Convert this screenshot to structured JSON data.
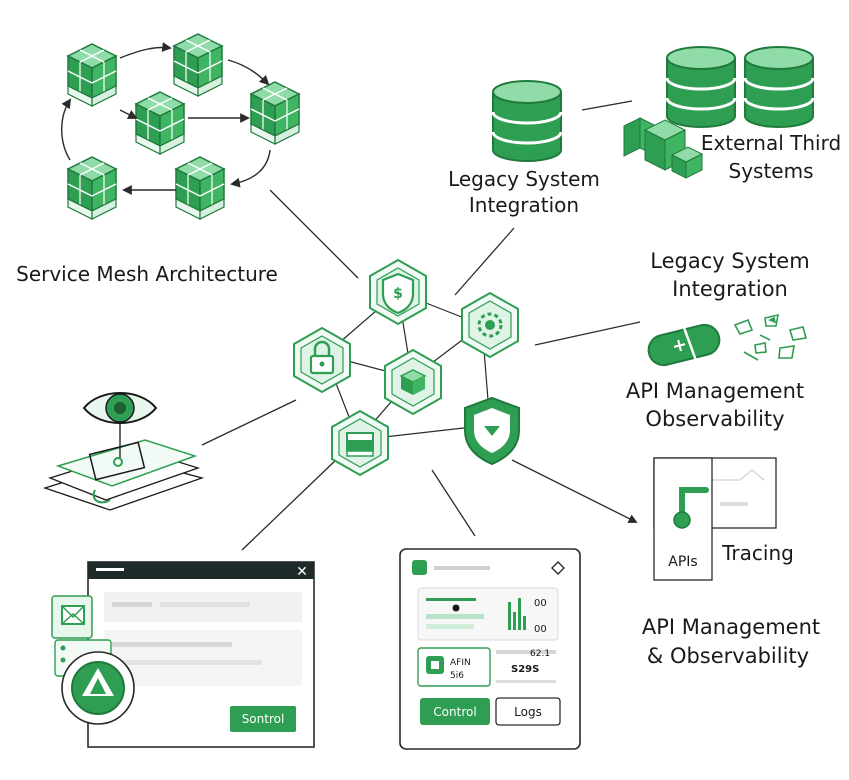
{
  "labels": {
    "service_mesh": "Service Mesh Architecture",
    "legacy_top": [
      "Legacy System",
      "Integration"
    ],
    "external": [
      "External Third",
      "Systems"
    ],
    "legacy_right": [
      "Legacy System",
      "Integration"
    ],
    "api_obs": [
      "API Management",
      "Observability"
    ],
    "apis": "APIs",
    "tracing": "Tracing",
    "api_mgmt_obs": [
      "API Management",
      "& Observability"
    ]
  },
  "dashboard": {
    "button_control": "Control",
    "button_logs": "Logs",
    "readout_1": "00",
    "readout_2": "00",
    "readout_3": "62.1",
    "readout_4": "S29S",
    "card_line_1": "AFIN",
    "card_line_2": "5i6"
  },
  "window": {
    "button_label": "Sontrol",
    "close_glyph": "✕"
  },
  "colors": {
    "brand_green": "#2e9e52",
    "light_green": "#7fd19a",
    "dark_green": "#1f7a3c",
    "line": "#2a2a2a"
  }
}
